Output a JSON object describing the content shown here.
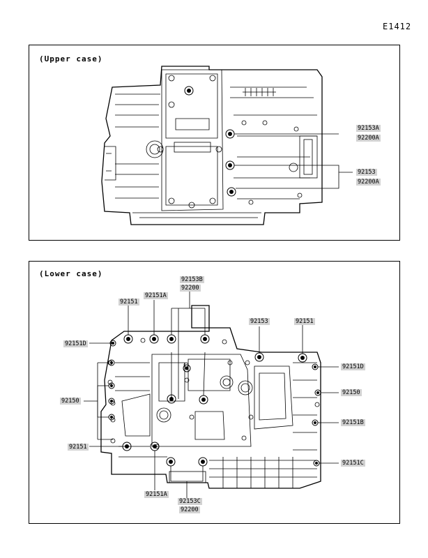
{
  "page_code": "E1412",
  "upper": {
    "title": "(Upper case)",
    "labels": [
      "92153A",
      "92200A",
      "92153",
      "92200A"
    ]
  },
  "lower": {
    "title": "(Lower case)",
    "labels": [
      "92153B",
      "92200",
      "92151A",
      "92151",
      "92153",
      "92151",
      "92151D",
      "92151D",
      "92150",
      "92150",
      "92151B",
      "92151",
      "92151C",
      "92151A",
      "92153C",
      "92200"
    ]
  }
}
